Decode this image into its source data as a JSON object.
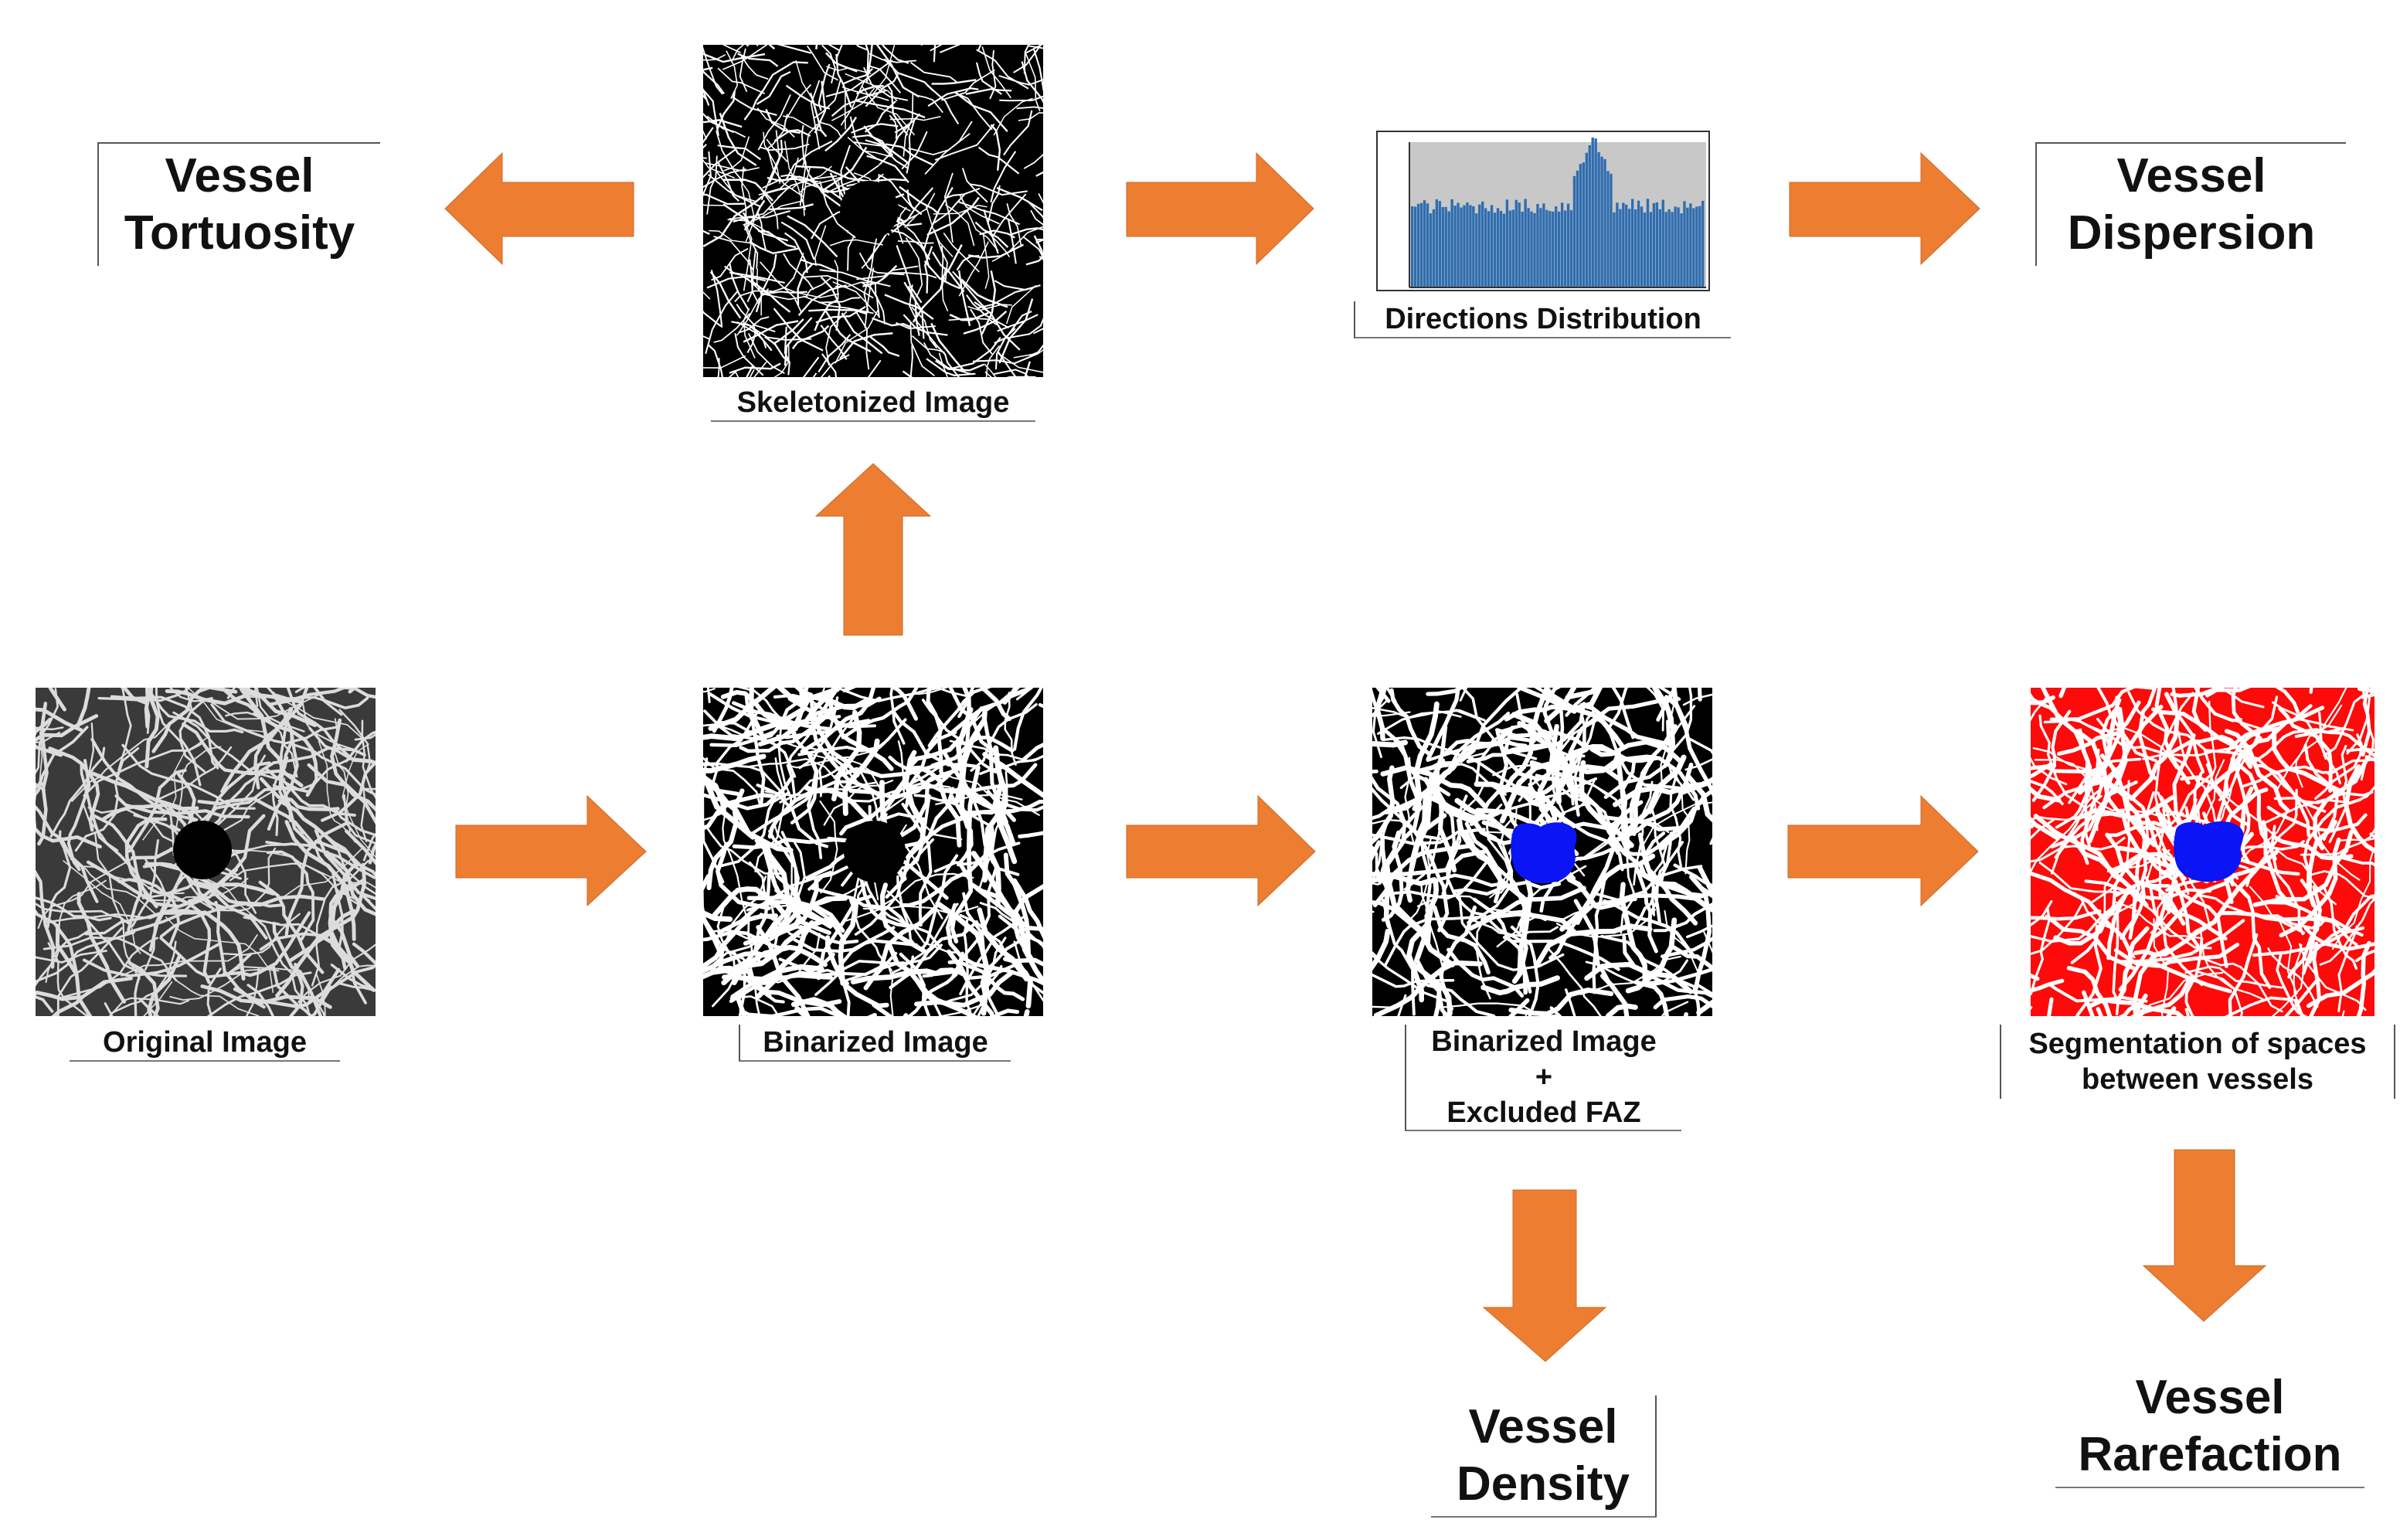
{
  "colors": {
    "arrow": "#ED7D31",
    "faz_blue": "#0A14F5",
    "segmentation_red": "#FF0A0A",
    "histogram_bar": "#2E6DB0",
    "histogram_bg": "#C8C8C8"
  },
  "images": {
    "original": {
      "label": "Original Image",
      "style": "grayscale-angiogram"
    },
    "binarized": {
      "label": "Binarized Image",
      "style": "binary"
    },
    "skeletonized": {
      "label": "Skeletonized Image",
      "style": "skeleton"
    },
    "binarized_faz": {
      "label_line1": "Binarized Image",
      "label_line2": "+",
      "label_line3": "Excluded FAZ",
      "style": "binary-with-blue-faz"
    },
    "segmentation": {
      "label_line1": "Segmentation of spaces",
      "label_line2": "between vessels",
      "style": "red-segmentation-with-blue-faz"
    },
    "directions": {
      "label": "Directions Distribution",
      "style": "histogram"
    }
  },
  "outputs": {
    "tortuosity": {
      "line1": "Vessel",
      "line2": "Tortuosity"
    },
    "dispersion": {
      "line1": "Vessel",
      "line2": "Dispersion"
    },
    "density": {
      "line1": "Vessel",
      "line2": "Density"
    },
    "rarefaction": {
      "line1": "Vessel",
      "line2": "Rarefaction"
    }
  }
}
